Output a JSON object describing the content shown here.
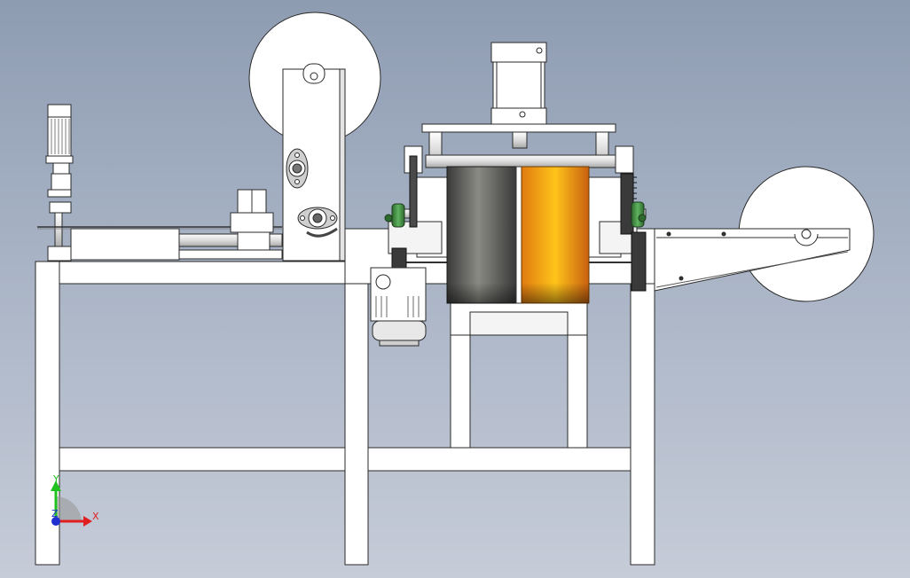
{
  "viewport": {
    "name": "cad-3d-viewport",
    "background_top": "#8e9cb2",
    "background_bottom": "#c6ccd8"
  },
  "triad": {
    "x_label": "X",
    "y_label": "Y",
    "z_label": "Z",
    "x_color": "#e02020",
    "y_color": "#20c020",
    "z_color": "#2030d0"
  },
  "colors": {
    "part_fill": "#ffffff",
    "part_stroke": "#2a2a2a",
    "dark_roller": "#5a5a5a",
    "orange_roller": "#f59a10",
    "green_bearing": "#3c8a3c",
    "gray_part": "#d6d6d6"
  }
}
